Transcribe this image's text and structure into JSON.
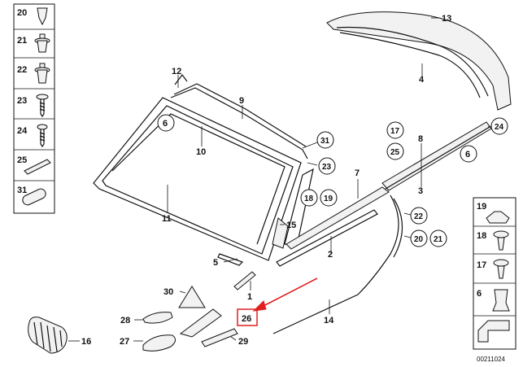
{
  "legend_left": [
    "20",
    "21",
    "22",
    "23",
    "24",
    "25",
    "31"
  ],
  "legend_right": [
    "19",
    "18",
    "17",
    "6"
  ],
  "callouts": {
    "c1": "1",
    "c2": "2",
    "c3": "3",
    "c4": "4",
    "c5": "5",
    "c6a": "6",
    "c6b": "6",
    "c7": "7",
    "c8": "8",
    "c9": "9",
    "c10": "10",
    "c11": "11",
    "c12": "12",
    "c13": "13",
    "c14": "14",
    "c15": "15",
    "c16": "16",
    "c17": "17",
    "c18": "18",
    "c19": "19",
    "c20": "20",
    "c21": "21",
    "c22": "22",
    "c23": "23",
    "c24": "24",
    "c25": "25",
    "c26": "26",
    "c27": "27",
    "c28": "28",
    "c29": "29",
    "c30": "30",
    "c31": "31"
  },
  "highlighted_part": "26",
  "document_number": "00211024",
  "colors": {
    "line": "#111111",
    "highlight": "#e02020",
    "background": "#ffffff"
  }
}
